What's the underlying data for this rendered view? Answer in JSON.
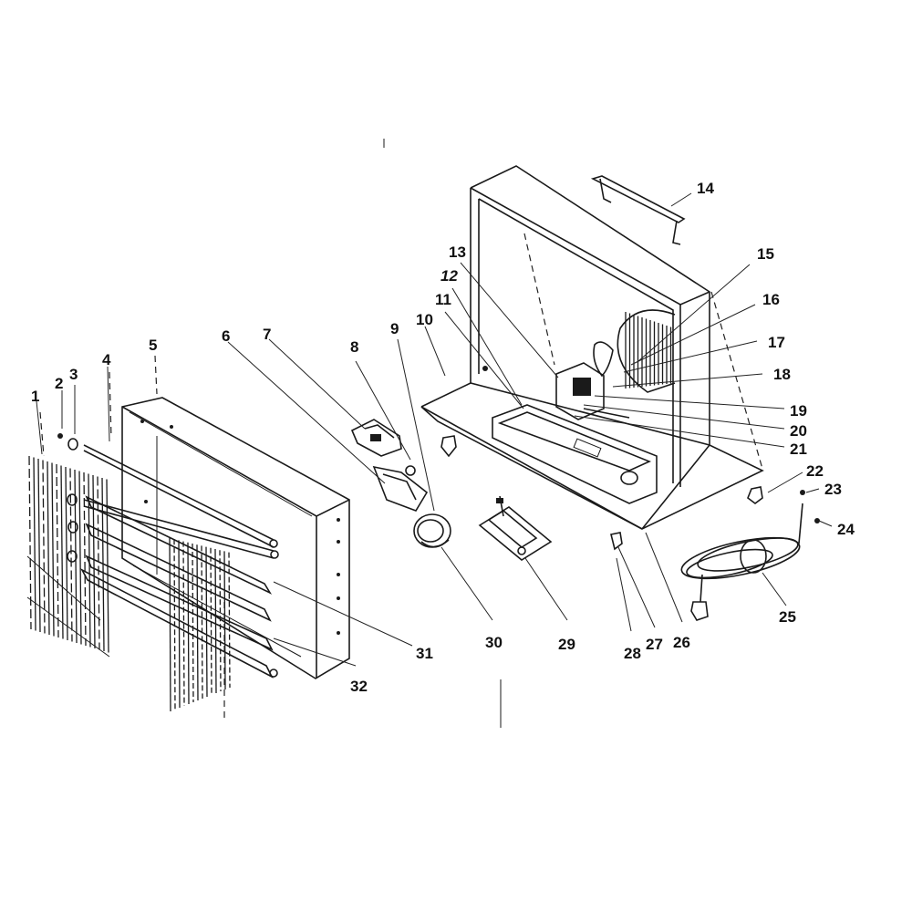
{
  "parts": [
    {
      "id": "p1",
      "label": "1"
    },
    {
      "id": "p2",
      "label": "2"
    },
    {
      "id": "p3",
      "label": "3"
    },
    {
      "id": "p4",
      "label": "4"
    },
    {
      "id": "p5",
      "label": "5"
    },
    {
      "id": "p6",
      "label": "6"
    },
    {
      "id": "p7",
      "label": "7"
    },
    {
      "id": "p8",
      "label": "8"
    },
    {
      "id": "p9",
      "label": "9"
    },
    {
      "id": "p10",
      "label": "10"
    },
    {
      "id": "p11",
      "label": "11"
    },
    {
      "id": "p12",
      "label": "12"
    },
    {
      "id": "p13",
      "label": "13"
    },
    {
      "id": "p14",
      "label": "14"
    },
    {
      "id": "p15",
      "label": "15"
    },
    {
      "id": "p16",
      "label": "16"
    },
    {
      "id": "p17",
      "label": "17"
    },
    {
      "id": "p18",
      "label": "18"
    },
    {
      "id": "p19",
      "label": "19"
    },
    {
      "id": "p20",
      "label": "20"
    },
    {
      "id": "p21",
      "label": "21"
    },
    {
      "id": "p22",
      "label": "22"
    },
    {
      "id": "p23",
      "label": "23"
    },
    {
      "id": "p24",
      "label": "24"
    },
    {
      "id": "p25",
      "label": "25"
    },
    {
      "id": "p26",
      "label": "26"
    },
    {
      "id": "p27",
      "label": "27"
    },
    {
      "id": "p28",
      "label": "28"
    },
    {
      "id": "p29",
      "label": "29"
    },
    {
      "id": "p30",
      "label": "30"
    },
    {
      "id": "p31",
      "label": "31"
    },
    {
      "id": "p32",
      "label": "32"
    }
  ]
}
